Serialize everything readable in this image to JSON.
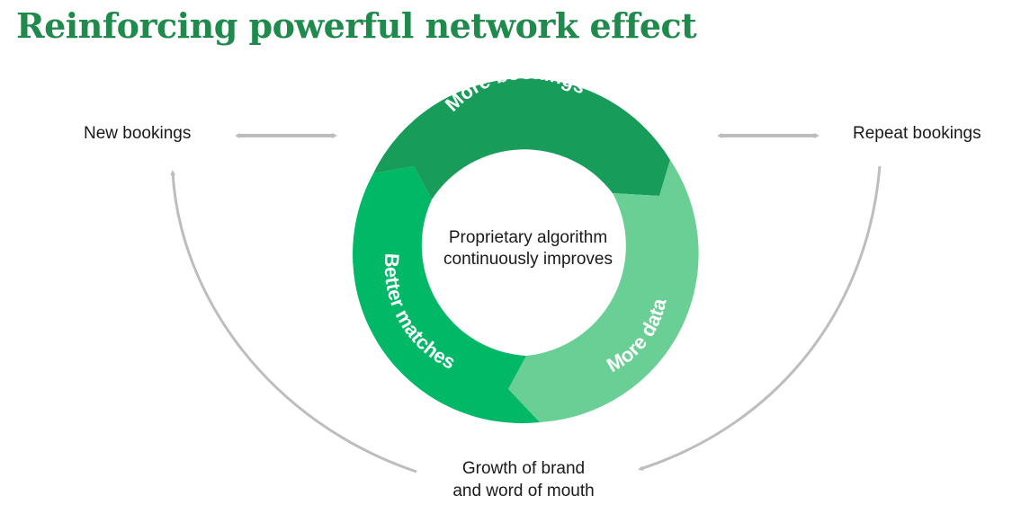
{
  "title": "Reinforcing powerful network effect",
  "cycle": {
    "center_line1": "Proprietary algorithm",
    "center_line2": "continuously improves",
    "segments": [
      {
        "label": "More bookings",
        "color": "#179c5a"
      },
      {
        "label": "More data",
        "color": "#6acf94"
      },
      {
        "label": "Better matches",
        "color": "#00b865"
      }
    ]
  },
  "outer": {
    "new_bookings": "New bookings",
    "repeat_bookings": "Repeat bookings",
    "growth_line1": "Growth of brand",
    "growth_line2": "and word of mouth"
  },
  "colors": {
    "title": "#1f8a4c",
    "arrow": "#bdbdbd"
  }
}
